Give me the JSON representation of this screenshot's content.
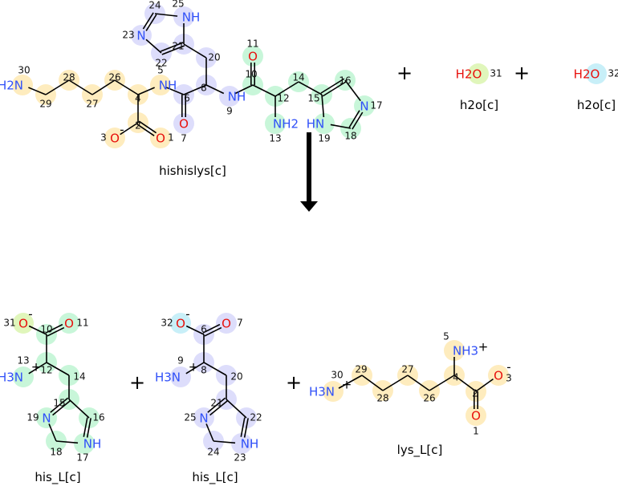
{
  "operators": {
    "plus": "+"
  },
  "colors": {
    "lys_group": "#fde6a8",
    "his_blue_group": "#d2d2fa",
    "his_green_group": "#b5f3cc",
    "water_lime": "#d6f3a4",
    "water_cyan": "#b5e9f6",
    "nitrogen": "#3050f8",
    "oxygen": "#e8100c",
    "arrow": "#000000"
  },
  "reactants": [
    {
      "id": "hishislys",
      "label": "hishislys[c]",
      "atoms": [
        {
          "num": "30",
          "sym": "H2N"
        },
        {
          "num": "29"
        },
        {
          "num": "28"
        },
        {
          "num": "27"
        },
        {
          "num": "26"
        },
        {
          "num": "4"
        },
        {
          "num": "5",
          "sym": "NH"
        },
        {
          "num": "2"
        },
        {
          "num": "3",
          "sym": "O",
          "charge": "-"
        },
        {
          "num": "1",
          "sym": "O"
        },
        {
          "num": "6"
        },
        {
          "num": "7",
          "sym": "O"
        },
        {
          "num": "8"
        },
        {
          "num": "20"
        },
        {
          "num": "21"
        },
        {
          "num": "22"
        },
        {
          "num": "23",
          "sym": "N"
        },
        {
          "num": "24"
        },
        {
          "num": "25",
          "sym": "NH"
        },
        {
          "num": "9",
          "sym": "NH"
        },
        {
          "num": "10"
        },
        {
          "num": "11",
          "sym": "O"
        },
        {
          "num": "12"
        },
        {
          "num": "13",
          "sym": "NH2"
        },
        {
          "num": "14"
        },
        {
          "num": "15"
        },
        {
          "num": "16"
        },
        {
          "num": "17",
          "sym": "N"
        },
        {
          "num": "18"
        },
        {
          "num": "19",
          "sym": "HN"
        }
      ]
    },
    {
      "id": "h2o_a",
      "label": "h2o[c]",
      "atoms": [
        {
          "num": "31",
          "sym": "H2O"
        }
      ]
    },
    {
      "id": "h2o_b",
      "label": "h2o[c]",
      "atoms": [
        {
          "num": "32",
          "sym": "H2O"
        }
      ]
    }
  ],
  "products": [
    {
      "id": "his_a",
      "label": "his_L[c]",
      "atoms": [
        {
          "num": "31",
          "sym": "O",
          "charge": "-"
        },
        {
          "num": "11",
          "sym": "O"
        },
        {
          "num": "10"
        },
        {
          "num": "12"
        },
        {
          "num": "13",
          "sym": "H3N",
          "charge": "+"
        },
        {
          "num": "14"
        },
        {
          "num": "15"
        },
        {
          "num": "19",
          "sym": "N"
        },
        {
          "num": "16"
        },
        {
          "num": "18"
        },
        {
          "num": "17",
          "sym": "NH"
        }
      ]
    },
    {
      "id": "his_b",
      "label": "his_L[c]",
      "atoms": [
        {
          "num": "32",
          "sym": "O",
          "charge": "-"
        },
        {
          "num": "7",
          "sym": "O"
        },
        {
          "num": "6"
        },
        {
          "num": "8"
        },
        {
          "num": "9",
          "sym": "H3N",
          "charge": "+"
        },
        {
          "num": "20"
        },
        {
          "num": "21"
        },
        {
          "num": "25",
          "sym": "N"
        },
        {
          "num": "22"
        },
        {
          "num": "24"
        },
        {
          "num": "23",
          "sym": "NH"
        }
      ]
    },
    {
      "id": "lys",
      "label": "lys_L[c]",
      "atoms": [
        {
          "num": "30",
          "sym": "H3N",
          "charge": "+"
        },
        {
          "num": "29"
        },
        {
          "num": "28"
        },
        {
          "num": "27"
        },
        {
          "num": "26"
        },
        {
          "num": "4"
        },
        {
          "num": "5",
          "sym": "NH3",
          "charge": "+"
        },
        {
          "num": "2"
        },
        {
          "num": "3",
          "sym": "O",
          "charge": "-"
        },
        {
          "num": "1",
          "sym": "O"
        }
      ]
    }
  ]
}
